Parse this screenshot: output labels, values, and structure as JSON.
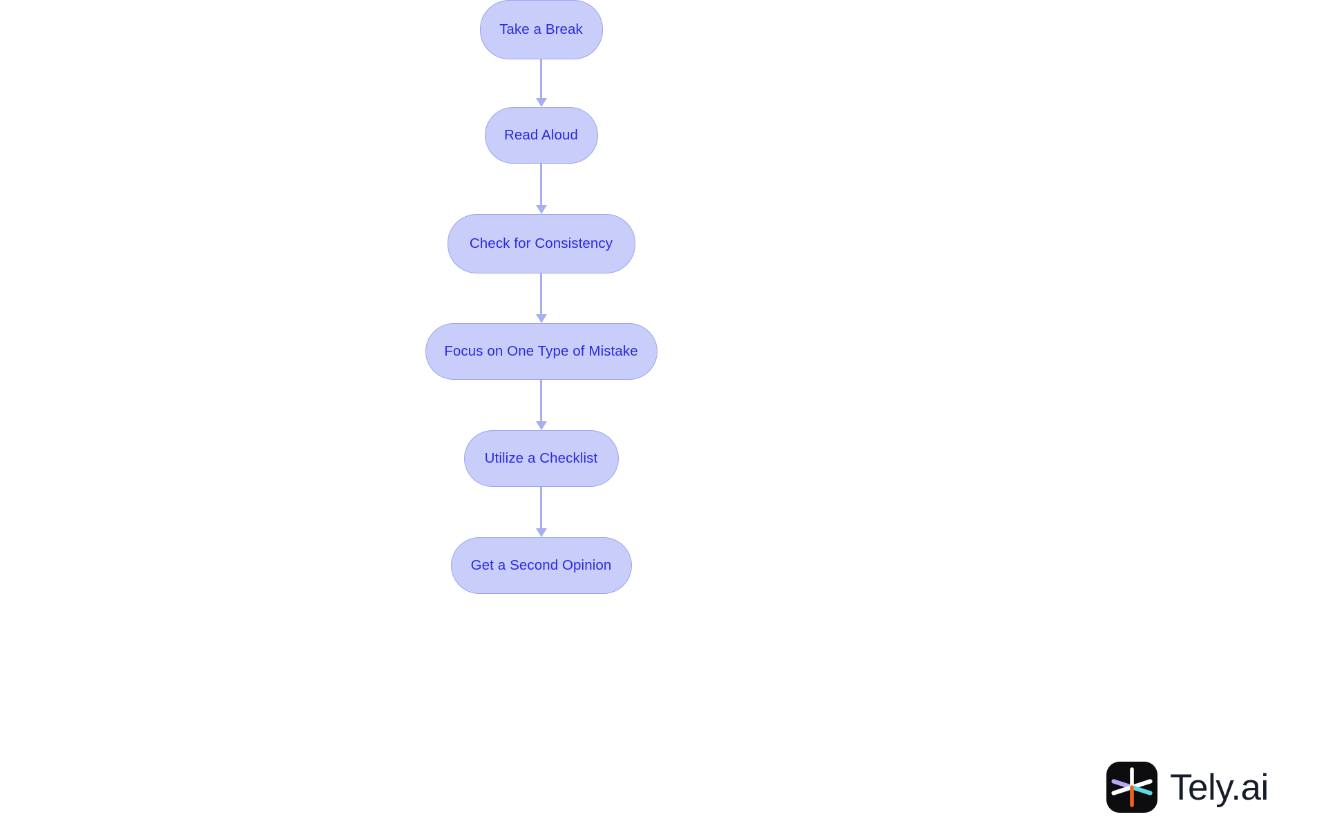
{
  "diagram": {
    "type": "flowchart",
    "orientation": "vertical-top-to-bottom",
    "background_color": "#ffffff",
    "node_fill_color": "#c8cdfa",
    "node_border_color": "#9aa5ee",
    "node_text_color": "#2a2ae0",
    "connector_color": "#a7aff0",
    "nodes": [
      {
        "id": "n0",
        "label": "Take a Break"
      },
      {
        "id": "n1",
        "label": "Read Aloud"
      },
      {
        "id": "n2",
        "label": "Check for Consistency"
      },
      {
        "id": "n3",
        "label": "Focus on One Type of Mistake"
      },
      {
        "id": "n4",
        "label": "Utilize a Checklist"
      },
      {
        "id": "n5",
        "label": "Get a Second Opinion"
      }
    ],
    "edges": [
      {
        "from": "n0",
        "to": "n1",
        "arrow": "down"
      },
      {
        "from": "n1",
        "to": "n2",
        "arrow": "down"
      },
      {
        "from": "n2",
        "to": "n3",
        "arrow": "down"
      },
      {
        "from": "n3",
        "to": "n4",
        "arrow": "down"
      },
      {
        "from": "n4",
        "to": "n5",
        "arrow": "down"
      }
    ]
  },
  "logo": {
    "wordmark": "Tely.ai",
    "wordmark_color": "#161d29",
    "mark_background_color": "#0d0d0f",
    "spoke_colors": {
      "top": "#ffffff",
      "bottom": "#f2621a",
      "upper_left": "#b9a8f0",
      "lower_left": "#ffffff",
      "upper_right": "#ffffff",
      "lower_right": "#5fd9e0"
    }
  }
}
